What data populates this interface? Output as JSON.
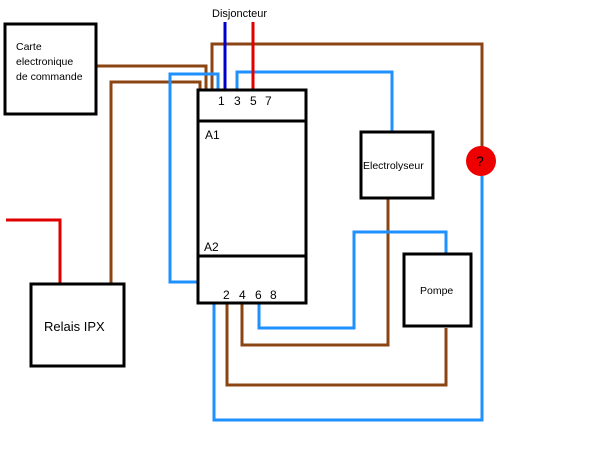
{
  "breaker": {
    "label": "Disjoncteur"
  },
  "control_board": {
    "line1": "Carte",
    "line2": "electronique",
    "line3": "de commande"
  },
  "relay_ipx": {
    "label": "Relais IPX"
  },
  "contactor": {
    "terminals_top": [
      "1",
      "3",
      "5",
      "7"
    ],
    "terminals_bottom": [
      "2",
      "4",
      "6",
      "8"
    ],
    "coil_a1": "A1",
    "coil_a2": "A2"
  },
  "electrolyser": {
    "label": "Electrolyseur"
  },
  "pump": {
    "label": "Pompe"
  },
  "unknown_component": {
    "label": "?"
  },
  "colors": {
    "brown_wire": "#8B4513",
    "blue_wire": "#1E90FF",
    "dark_blue_wire": "#0000CC",
    "red_wire": "#E00000",
    "unknown_fill": "#EE0000",
    "box_stroke": "#000000"
  }
}
